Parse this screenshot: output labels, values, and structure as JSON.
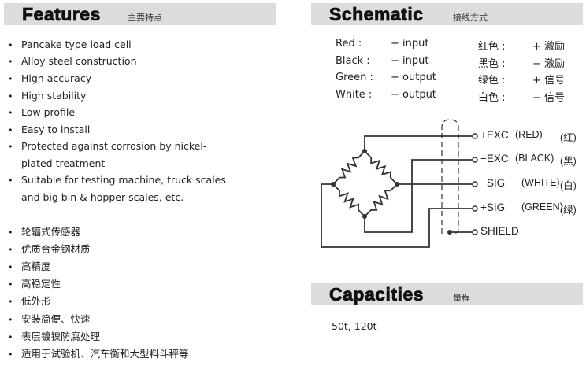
{
  "features": {
    "title": "Features",
    "subtitle": "主要特点",
    "items_en": [
      "Pancake type load cell",
      "Alloy steel construction",
      "High accuracy",
      "High stability",
      "Low profile",
      "Easy to install",
      "Protected against corrosion by nickel-",
      "plated treatment",
      "Suitable for testing machine, truck scales",
      "and big bin & hopper scales, etc."
    ],
    "bullets_en": [
      true,
      true,
      true,
      true,
      true,
      true,
      true,
      false,
      true,
      false
    ],
    "items_zh": [
      "轮辐式传感器",
      "优质合金钢材质",
      "高精度",
      "高稳定性",
      "低外形",
      "安装简便、快速",
      "表层镀镍防腐处理",
      "适用于试验机、汽车衡和大型料斗秤等"
    ]
  },
  "schematic": {
    "title": "Schematic",
    "subtitle": "接线方式",
    "wiring": [
      {
        "color": "Red :",
        "func": "+ input",
        "color_zh": "红色 :",
        "func_zh": "+ 激励"
      },
      {
        "color": "Black :",
        "func": "− input",
        "color_zh": "黑色 :",
        "func_zh": "− 激励"
      },
      {
        "color": "Green :",
        "func": "+ output",
        "color_zh": "绿色 :",
        "func_zh": "+ 信号"
      },
      {
        "color": "White :",
        "func": "− output",
        "color_zh": "白色 :",
        "func_zh": "− 信号"
      }
    ],
    "terminals": [
      {
        "sig": "+EXC",
        "wire": "(RED)",
        "zh": "(红)"
      },
      {
        "sig": "−EXC",
        "wire": "(BLACK)",
        "zh": "(黑)"
      },
      {
        "sig": "−SIG",
        "wire": "(WHITE)",
        "zh": "(白)"
      },
      {
        "sig": "+SIG",
        "wire": "(GREEN)",
        "zh": "(绿)"
      },
      {
        "sig": "SHIELD",
        "wire": "",
        "zh": ""
      }
    ]
  },
  "capacities": {
    "title": "Capacities",
    "subtitle": "量程",
    "value": "50t, 120t"
  }
}
